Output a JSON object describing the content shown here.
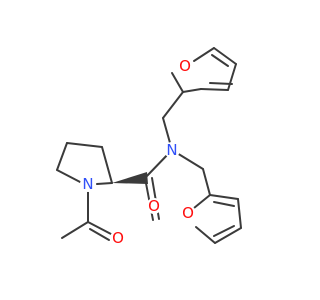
{
  "molecule": {
    "atoms": [
      {
        "id": "o_furan1",
        "symbol": "O",
        "color": "#ff0d0d"
      },
      {
        "id": "n_amide",
        "symbol": "N",
        "color": "#3050f8"
      },
      {
        "id": "n_ring",
        "symbol": "N",
        "color": "#3050f8"
      },
      {
        "id": "o_carbonyl",
        "symbol": "O",
        "color": "#ff0d0d"
      },
      {
        "id": "o_furan2",
        "symbol": "O",
        "color": "#ff0d0d"
      },
      {
        "id": "o_acetyl",
        "symbol": "O",
        "color": "#ff0d0d"
      }
    ],
    "bond_color": "#3b3b3b"
  }
}
